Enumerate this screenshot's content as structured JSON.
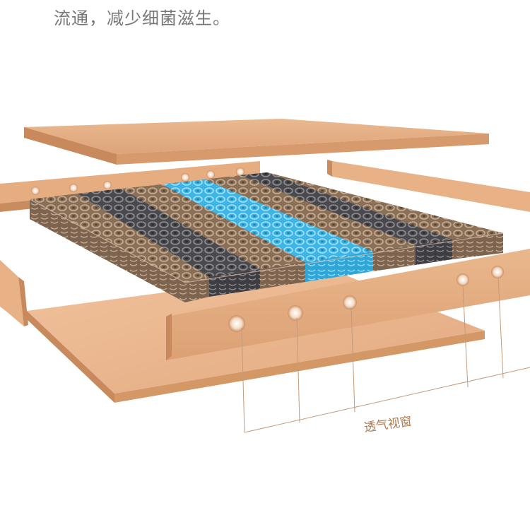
{
  "headline": "流通，减少细菌滋生。",
  "callout_label": "透气视窗",
  "colors": {
    "board": "#e9b286",
    "board_edge": "#c88a5c",
    "coil_brown": "#8a7058",
    "coil_gray": "#4a4a4e",
    "coil_blue": "#3db5e6",
    "label": "#b07a4e"
  },
  "coil_bands": [
    {
      "name": "brown",
      "color": "#8a7058"
    },
    {
      "name": "gray",
      "color": "#4a4a4e"
    },
    {
      "name": "brown",
      "color": "#8a7058"
    },
    {
      "name": "blue",
      "color": "#3db5e6"
    },
    {
      "name": "brown",
      "color": "#8a7058"
    },
    {
      "name": "gray",
      "color": "#4a4a4e"
    },
    {
      "name": "brown",
      "color": "#8a7058"
    }
  ]
}
